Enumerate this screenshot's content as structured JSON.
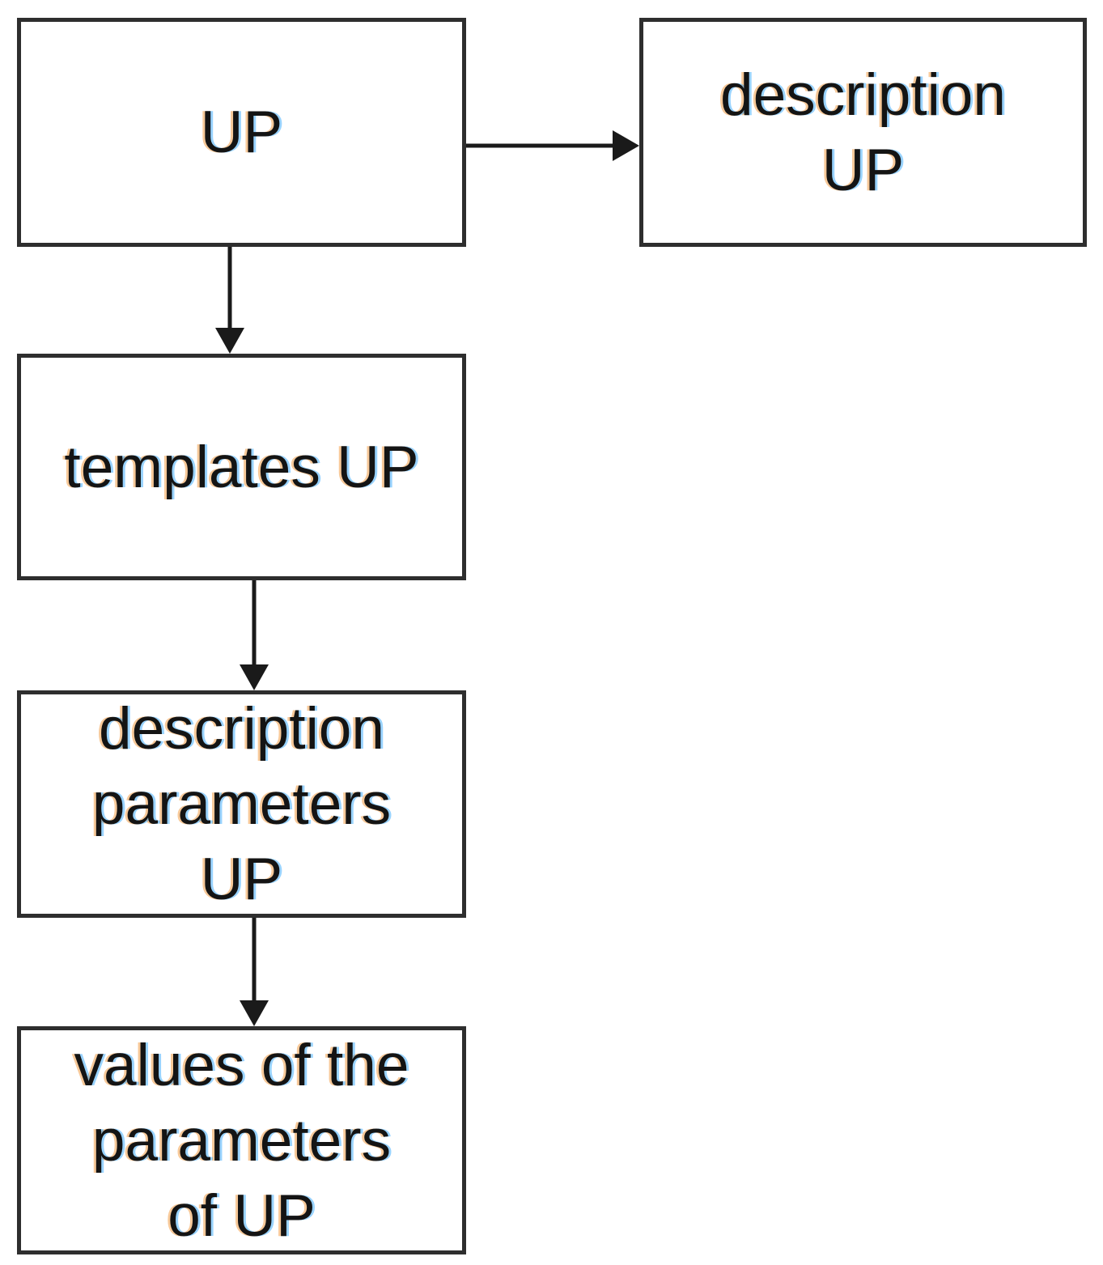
{
  "diagram": {
    "type": "flowchart",
    "background_color": "#ffffff",
    "box_border_color": "#2e2e2e",
    "line_color": "#1a1a1a",
    "text_color": "#141414",
    "text_fringe_colors": [
      "#0091ff",
      "#eb7800"
    ],
    "nodes": [
      {
        "id": "up",
        "label": "UP"
      },
      {
        "id": "description-up",
        "label": "description\nUP"
      },
      {
        "id": "templates-up",
        "label": "templates UP"
      },
      {
        "id": "description-parameters-up",
        "label": "description\nparameters\nUP"
      },
      {
        "id": "values-of-the-parameters-of-up",
        "label": "values of the\nparameters\nof UP"
      }
    ],
    "edges": [
      {
        "from": "up",
        "to": "description-up",
        "direction": "right",
        "style": "solid-arrow"
      },
      {
        "from": "up",
        "to": "templates-up",
        "direction": "down",
        "style": "solid-arrow"
      },
      {
        "from": "templates-up",
        "to": "description-parameters-up",
        "direction": "down",
        "style": "solid-arrow"
      },
      {
        "from": "description-parameters-up",
        "to": "values-of-the-parameters-of-up",
        "direction": "down",
        "style": "solid-arrow"
      }
    ]
  }
}
